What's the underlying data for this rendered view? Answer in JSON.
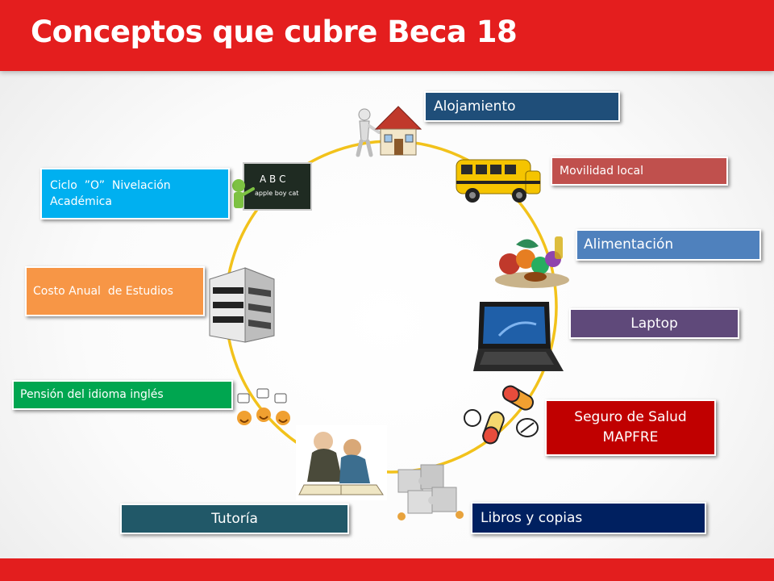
{
  "title": "Conceptos que cubre Beca 18",
  "items": {
    "alojamiento": {
      "label": "Alojamiento",
      "color": "#1f4e79",
      "icon": "house-icon"
    },
    "movilidad": {
      "label": "Movilidad local",
      "color": "#c0504d",
      "icon": "school-bus-icon"
    },
    "alimentacion": {
      "label": "Alimentación",
      "color": "#4f81bd",
      "icon": "food-icon"
    },
    "laptop": {
      "label": "Laptop",
      "color": "#5f497a",
      "icon": "laptop-icon"
    },
    "seguro": {
      "label": "Seguro de Salud MAPFRE",
      "color": "#c00000",
      "icon": "pills-icon"
    },
    "libros": {
      "label": "Libros y copias",
      "color": "#002060",
      "icon": "puzzle-icon"
    },
    "tutoria": {
      "label": "Tutoría",
      "color": "#215868",
      "icon": "tutoring-icon"
    },
    "ingles": {
      "label": "Pensión del idioma inglés",
      "color": "#00a650",
      "icon": "speech-faces-icon"
    },
    "costo": {
      "label": "Costo Anual  de Estudios",
      "color": "#f79646",
      "icon": "building-icon"
    },
    "ciclo": {
      "label": "Ciclo  ”O”  Nivelación Académica",
      "color": "#00b0f0",
      "icon": "chalkboard-icon"
    }
  },
  "chalkboard": {
    "letters": "A  B  C",
    "words": "apple  boy  cat"
  }
}
